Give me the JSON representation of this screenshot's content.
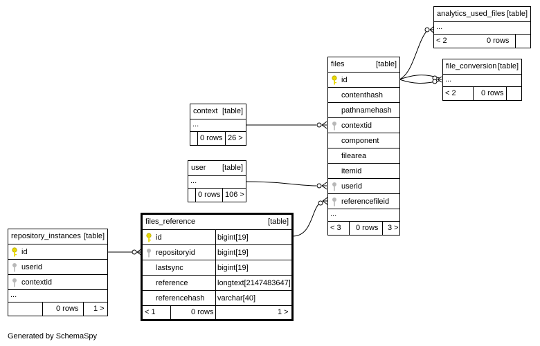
{
  "tables": {
    "analytics_used_files": {
      "name": "analytics_used_files",
      "kind": "[table]",
      "ellipsis": "...",
      "parents": "< 2",
      "rows": "0 rows"
    },
    "file_conversion": {
      "name": "file_conversion",
      "kind": "[table]",
      "ellipsis": "...",
      "parents": "< 2",
      "rows": "0 rows"
    },
    "files": {
      "name": "files",
      "kind": "[table]",
      "columns": [
        "id",
        "contenthash",
        "pathnamehash",
        "contextid",
        "component",
        "filearea",
        "itemid",
        "userid",
        "referencefileid"
      ],
      "ellipsis": "...",
      "parents": "< 3",
      "rows": "0 rows",
      "children": "3 >"
    },
    "context": {
      "name": "context",
      "kind": "[table]",
      "ellipsis": "...",
      "rows": "0 rows",
      "children": "26 >"
    },
    "user": {
      "name": "user",
      "kind": "[table]",
      "ellipsis": "...",
      "rows": "0 rows",
      "children": "106 >"
    },
    "repository_instances": {
      "name": "repository_instances",
      "kind": "[table]",
      "columns": [
        "id",
        "userid",
        "contextid"
      ],
      "ellipsis": "...",
      "rows": "0 rows",
      "children": "1 >"
    },
    "files_reference": {
      "name": "files_reference",
      "kind": "[table]",
      "columns": [
        "id",
        "repositoryid",
        "lastsync",
        "reference",
        "referencehash"
      ],
      "types": [
        "bigint[19]",
        "bigint[19]",
        "bigint[19]",
        "longtext[2147483647]",
        "varchar[40]"
      ],
      "parents": "< 1",
      "rows": "0 rows",
      "children": "1 >"
    }
  },
  "key_colors": {
    "primary": "#e8d800",
    "foreign": "#b8b8b8"
  },
  "footer": "Generated by SchemaSpy"
}
